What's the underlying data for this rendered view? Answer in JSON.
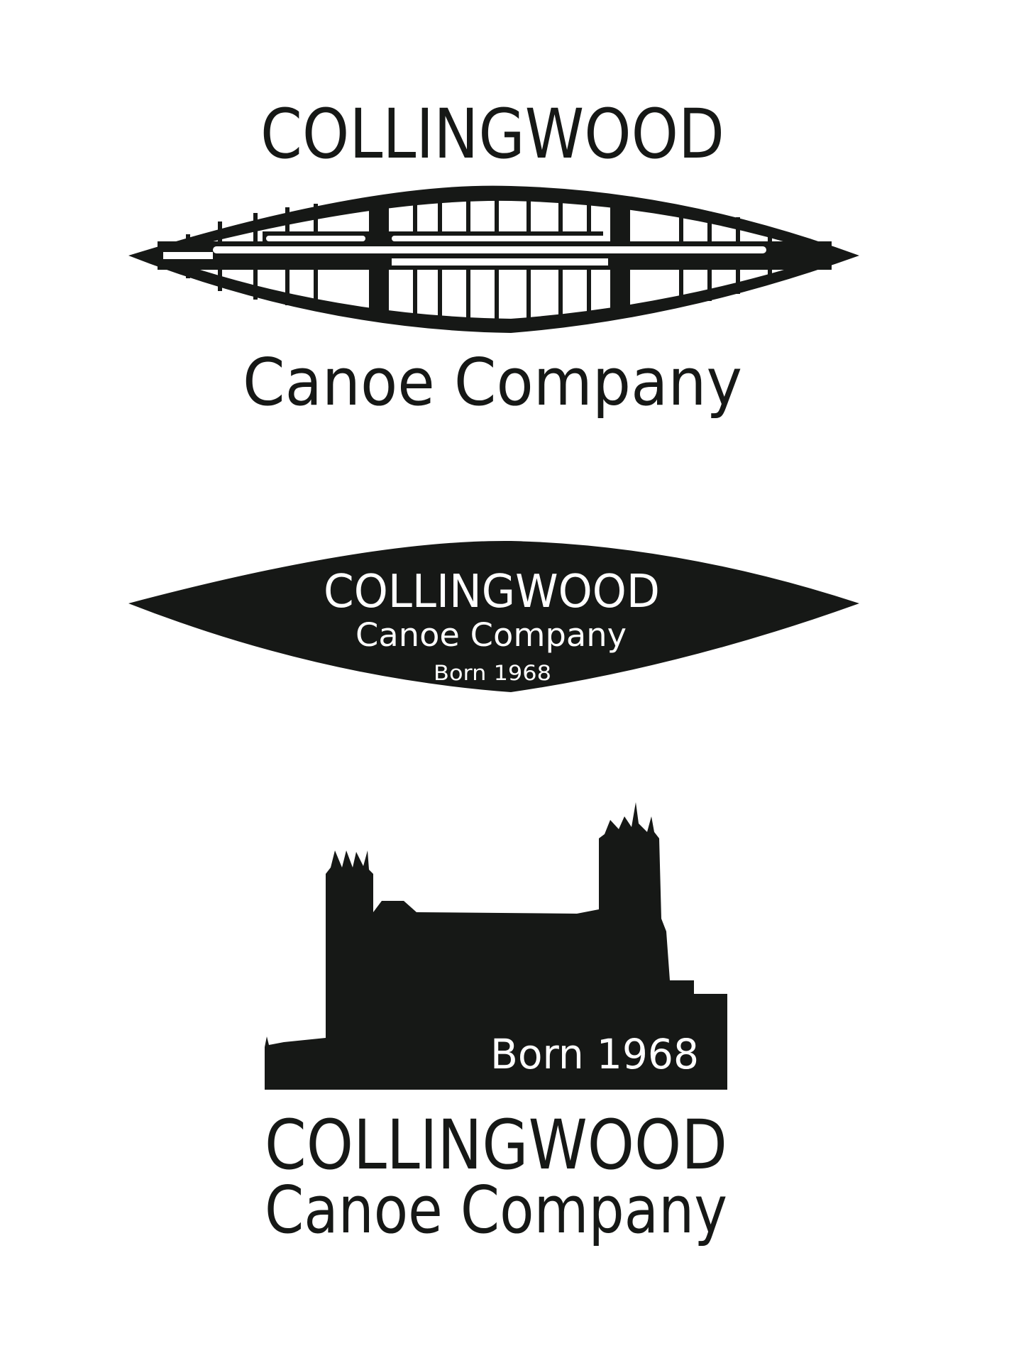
{
  "logo1": {
    "title": "COLLINGWOOD",
    "subtitle": "Canoe Company"
  },
  "logo2": {
    "title": "COLLINGWOOD",
    "subtitle": "Canoe Company",
    "tagline": "Born 1968"
  },
  "logo3": {
    "tagline": "Born 1968",
    "title": "COLLINGWOOD",
    "subtitle": "Canoe Company"
  },
  "colors": {
    "ink": "#161816",
    "paper": "#ffffff"
  }
}
